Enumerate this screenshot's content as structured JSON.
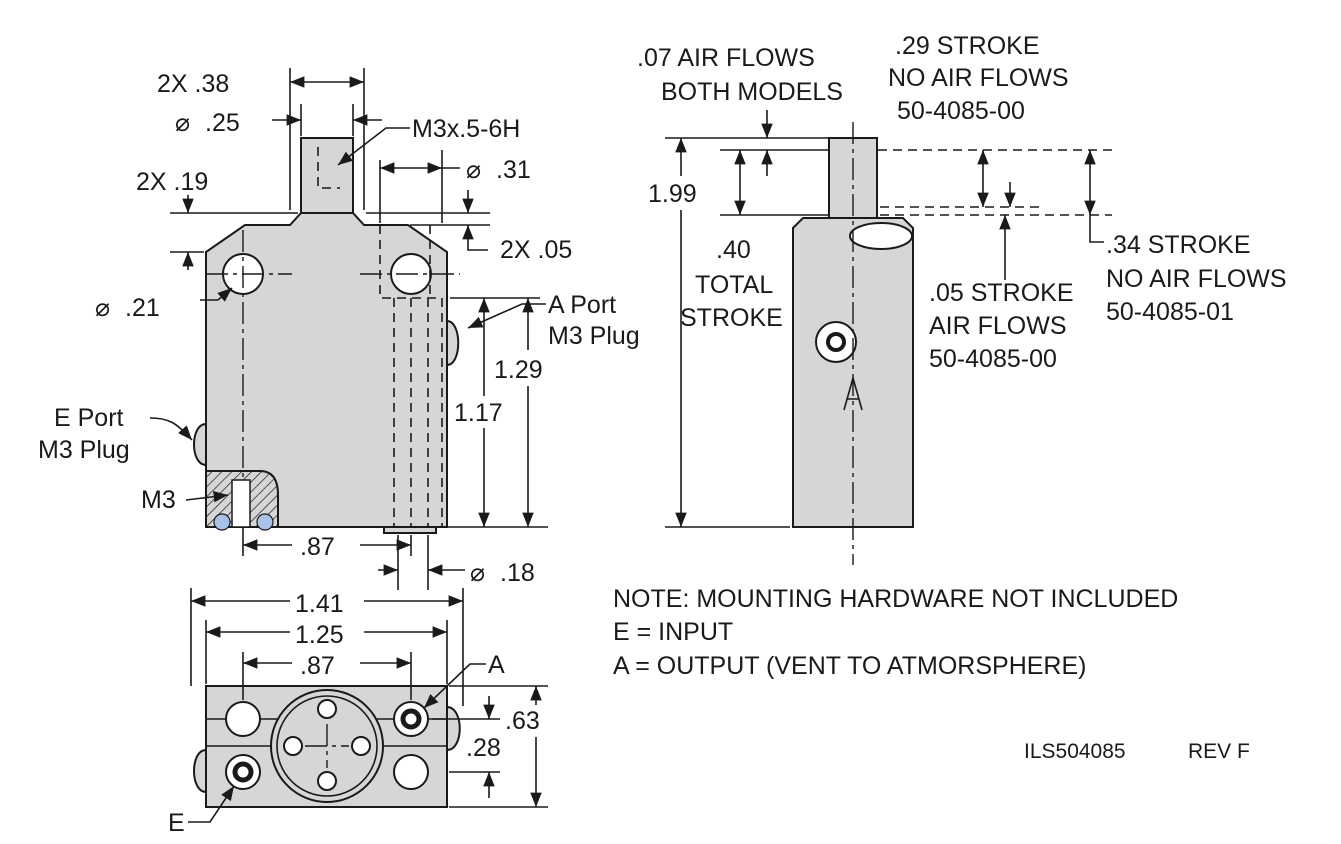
{
  "drawing": {
    "part_number": "ILS504085",
    "revision": "REV F"
  },
  "front_view": {
    "dim_2x_38": "2X .38",
    "dim_dia_25": ".25",
    "dim_thread": "M3x.5-6H",
    "dim_2x_19": "2X .19",
    "dim_dia_31": ".31",
    "dim_2x_05": "2X .05",
    "dim_dia_21": ".21",
    "a_port_line1": "A Port",
    "a_port_line2": "M3 Plug",
    "dim_1_29": "1.29",
    "dim_1_17": "1.17",
    "e_port_line1": "E Port",
    "e_port_line2": "M3 Plug",
    "m3_label": "M3",
    "dim_87": ".87",
    "dim_dia_18": ".18"
  },
  "side_view": {
    "air_07_line1": ".07 AIR FLOWS",
    "air_07_line2": "BOTH MODELS",
    "stroke_29_line1": ".29 STROKE",
    "stroke_29_line2": "NO AIR FLOWS",
    "stroke_29_line3": "50-4085-00",
    "dim_1_99": "1.99",
    "total_40_line1": ".40",
    "total_40_line2": "TOTAL",
    "total_40_line3": "STROKE",
    "stroke_34_line1": ".34 STROKE",
    "stroke_34_line2": "NO AIR FLOWS",
    "stroke_34_line3": "50-4085-01",
    "stroke_05_line1": ".05 STROKE",
    "stroke_05_line2": "AIR FLOWS",
    "stroke_05_line3": "50-4085-00",
    "port_letter": "A"
  },
  "bottom_view": {
    "dim_1_41": "1.41",
    "dim_1_25": "1.25",
    "dim_87": ".87",
    "label_a": "A",
    "label_e": "E",
    "dim_63": ".63",
    "dim_28": ".28"
  },
  "notes": {
    "line1": "NOTE: MOUNTING HARDWARE NOT INCLUDED",
    "line2": "E = INPUT",
    "line3": "A = OUTPUT (VENT TO ATMORSPHERE)"
  },
  "colors": {
    "part_fill": "#d6d6d6",
    "seal_ring": "#a9c3e8",
    "ink": "#1a1a1a"
  }
}
